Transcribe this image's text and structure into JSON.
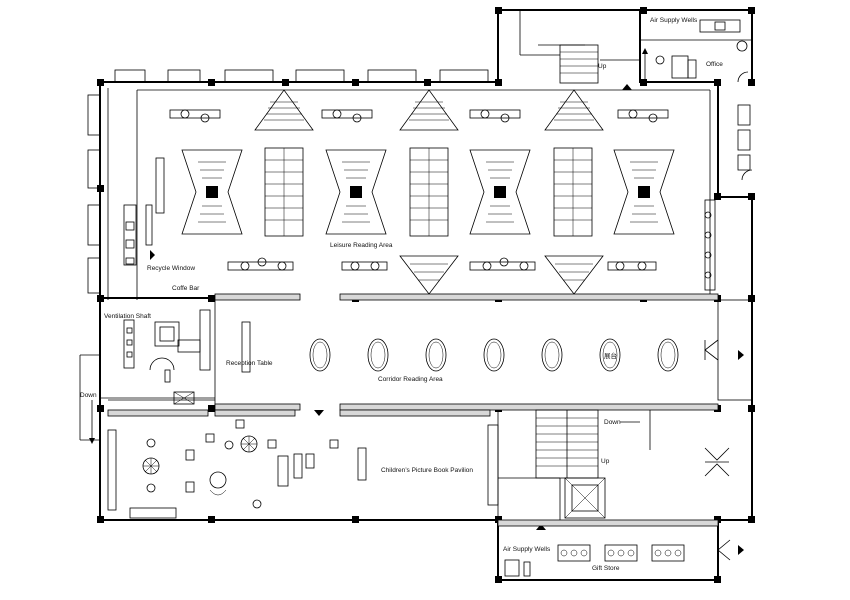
{
  "labels": {
    "air_supply_wells_top": "Air Supply Wells",
    "office": "Office",
    "up_top": "Up",
    "leisure_reading_area": "Leisure Reading Area",
    "recycle_window": "Recycle Window",
    "coffee_bar": "Coffe Bar",
    "ventilation_shaft": "Ventilation Shaft",
    "reception_table": "Reception Table",
    "corridor_reading_area": "Corridor Reading Area",
    "down_left": "Down",
    "down_right": "Down",
    "up_right": "Up",
    "childrens_pavilion": "Children’s Picture Book Pavilion",
    "air_supply_wells_bottom": "Air Supply Wells",
    "gift_store": "Gift Store",
    "mark_text": "展台"
  }
}
